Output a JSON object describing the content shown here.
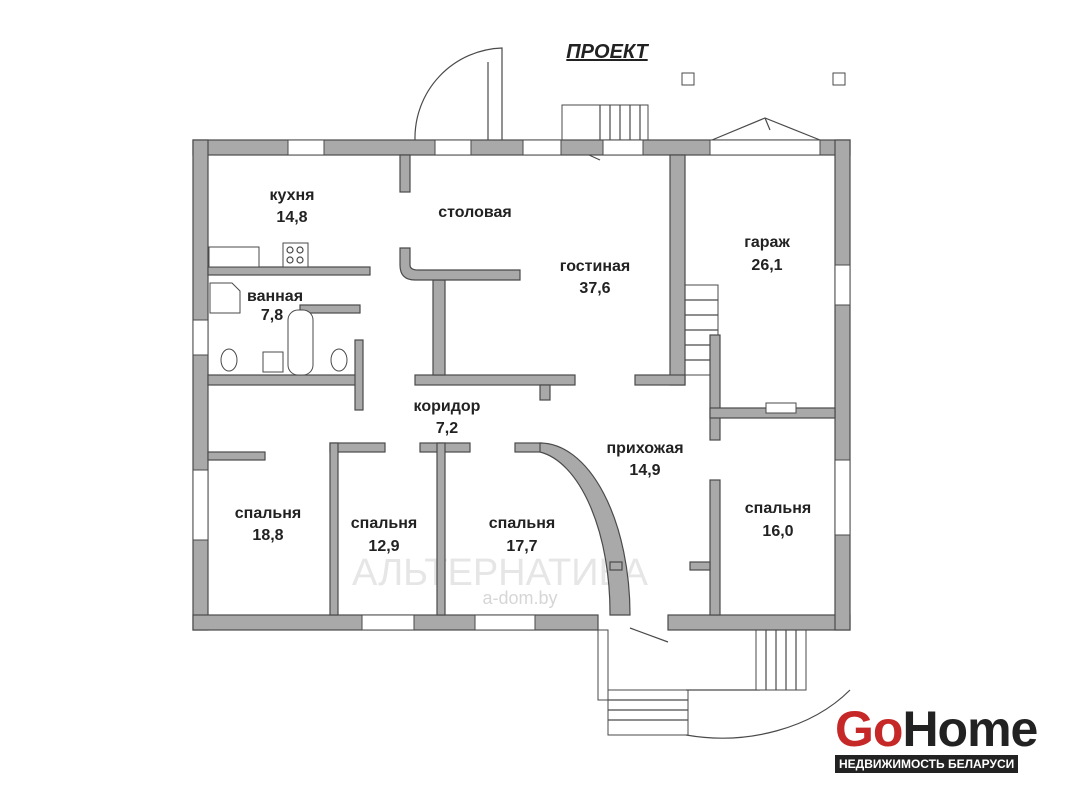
{
  "title": "ПРОЕКТ",
  "watermark": "АЛЬТЕРНАТИВА",
  "watermark_sub": "a-dom.by",
  "rooms": {
    "kitchen": {
      "name": "кухня",
      "area": "14,8"
    },
    "dining": {
      "name": "столовая"
    },
    "living": {
      "name": "гостиная",
      "area": "37,6"
    },
    "garage": {
      "name": "гараж",
      "area": "26,1"
    },
    "bathroom": {
      "name": "ванная",
      "area": "7,8"
    },
    "corridor": {
      "name": "коридор",
      "area": "7,2"
    },
    "hall": {
      "name": "прихожая",
      "area": "14,9"
    },
    "bedroom1": {
      "name": "спальня",
      "area": "18,8"
    },
    "bedroom2": {
      "name": "спальня",
      "area": "12,9"
    },
    "bedroom3": {
      "name": "спальня",
      "area": "17,7"
    },
    "bedroom4": {
      "name": "спальня",
      "area": "16,0"
    }
  },
  "logo": {
    "go": "Go",
    "home": "Home",
    "tagline": "НЕДВИЖИМОСТЬ БЕЛАРУСИ",
    "go_color": "#c62828"
  }
}
